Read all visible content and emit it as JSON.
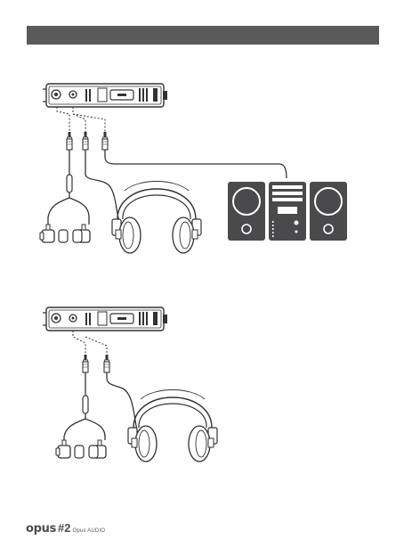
{
  "header": {
    "title": ""
  },
  "footer": {
    "brand": "opus",
    "model": "#2",
    "maker": "Opus AUDIO"
  },
  "icons": [
    "dap-player-icon",
    "iem-earphones-icon",
    "headphones-icon",
    "stereo-speakers-icon"
  ],
  "colors": {
    "bar": "#5a5a5c",
    "line": "#3a3a3a",
    "device_fill": "#4a4a4c"
  }
}
